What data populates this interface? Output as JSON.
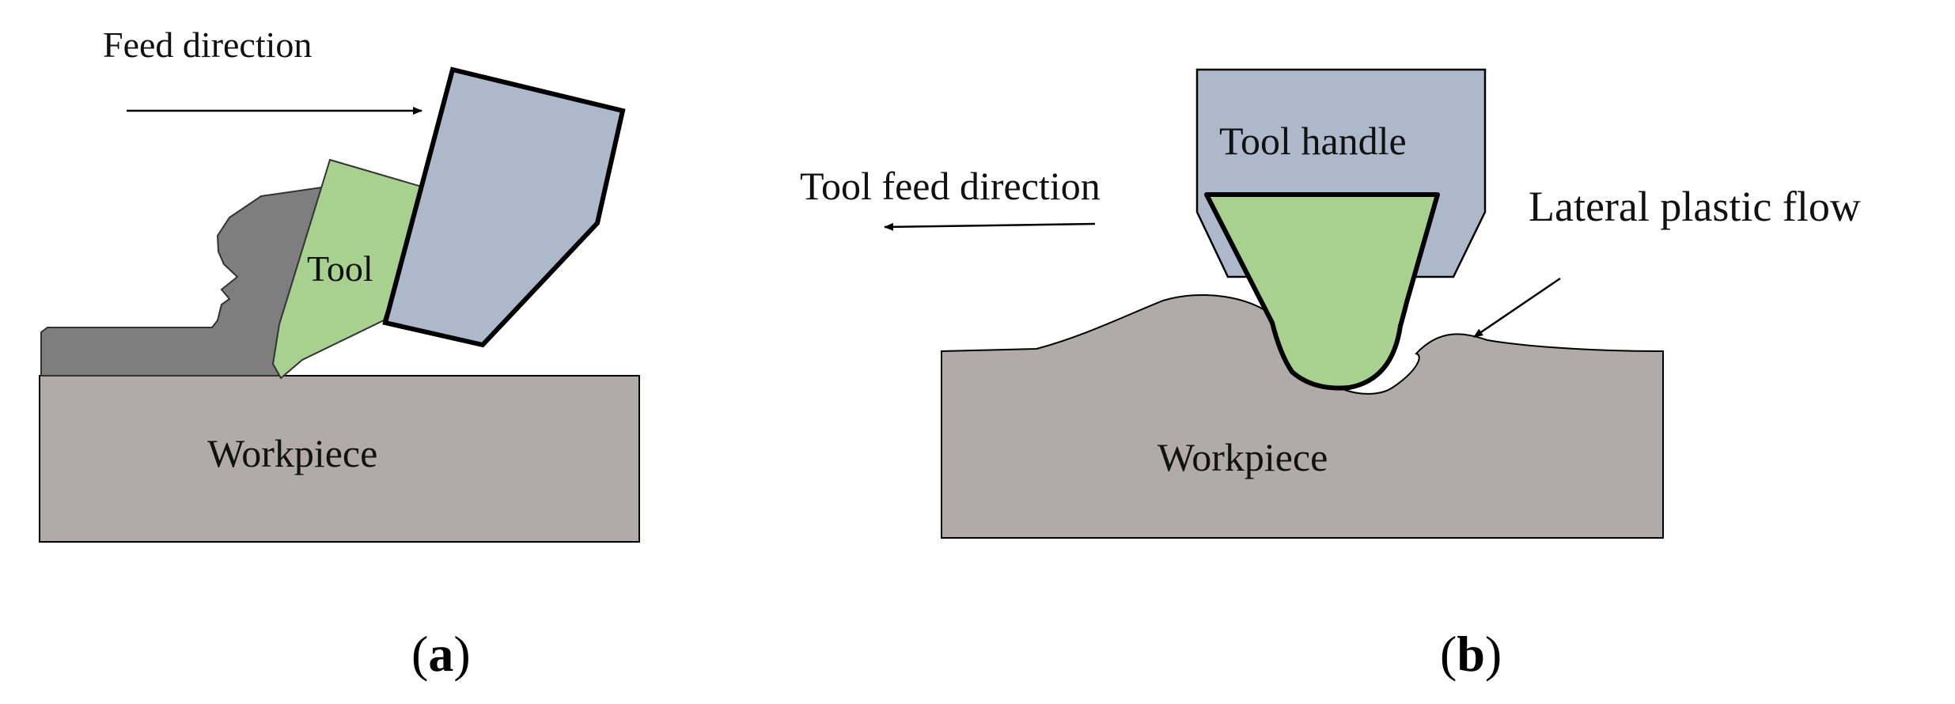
{
  "panel_a": {
    "feed_label": "Feed direction",
    "tool_label": "Tool",
    "workpiece_label": "Workpiece",
    "caption_letter": "a"
  },
  "panel_b": {
    "feed_label": "Tool feed direction",
    "handle_label": "Tool handle",
    "flow_label": "Lateral plastic flow",
    "workpiece_label": "Workpiece",
    "caption_letter": "b"
  },
  "colors": {
    "workpiece": "#b0abaa",
    "chip": "#7e7e7e",
    "tool": "#a8d18f",
    "holder": "#adb9cb",
    "outline": "#000000"
  }
}
